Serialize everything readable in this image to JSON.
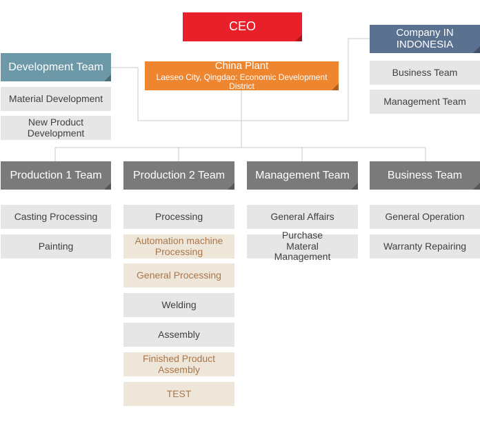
{
  "ceo": "CEO",
  "china_plant": {
    "title": "China Plant",
    "location": "Laeseo City, Qingdao: Economic Development District"
  },
  "development_team": {
    "title": "Development Team",
    "items": [
      "Material Development",
      "New Product Development"
    ]
  },
  "company_indonesia": {
    "title": "Company IN INDONESIA",
    "items": [
      "Business Team",
      "Management Team"
    ]
  },
  "production_1_team": {
    "title": "Production 1 Team",
    "items": [
      "Casting Processing",
      "Painting"
    ]
  },
  "production_2_team": {
    "title": "Production 2 Team",
    "items": [
      "Processing",
      "Automation machine Processing",
      "General Processing",
      "Welding",
      "Assembly",
      "Finished Product Assembly",
      "TEST"
    ]
  },
  "management_team": {
    "title": "Management Team",
    "items": [
      "General Affairs",
      "Purchase Materal Management"
    ]
  },
  "business_team": {
    "title": "Business Team",
    "items": [
      "General Operation",
      "Warranty Repairing"
    ]
  },
  "colors": {
    "ceo": "#e8202a",
    "china_plant": "#ee8630",
    "development_team": "#6c98a8",
    "company_indonesia": "#5b7190",
    "team_header": "#7a7a7a",
    "item_bg": "#e6e6e6",
    "item_highlight_bg": "#efe6da",
    "item_highlight_text": "#a8764a",
    "connector": "#c8c8c8"
  }
}
